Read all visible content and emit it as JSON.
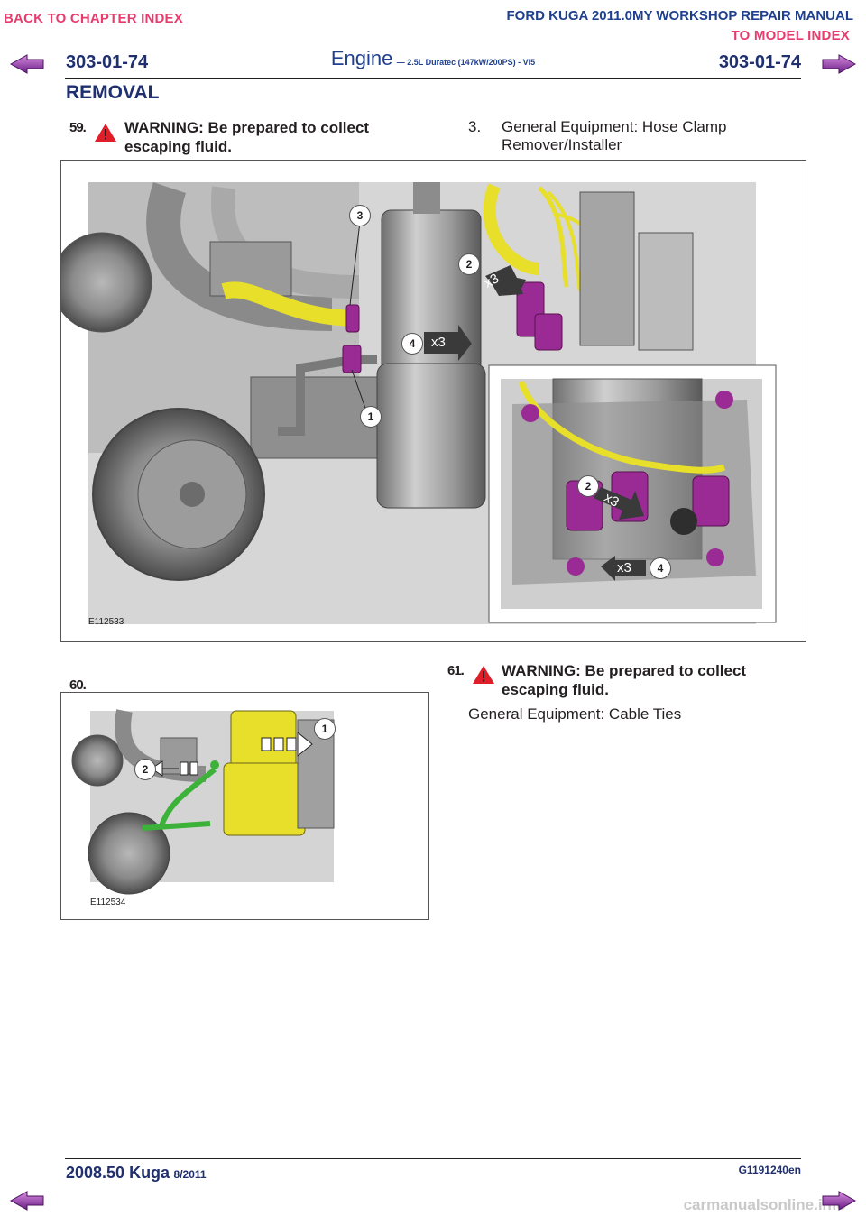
{
  "nav": {
    "back_chapter": "BACK TO CHAPTER INDEX",
    "manual_title": "FORD KUGA 2011.0MY WORKSHOP REPAIR MANUAL",
    "model_index": "TO MODEL INDEX"
  },
  "header": {
    "page_num": "303-01-74",
    "title": "Engine",
    "subtitle": "— 2.5L Duratec (147kW/200PS) - VI5",
    "section": "REMOVAL"
  },
  "steps": {
    "s59": {
      "number": "59.",
      "warning": "WARNING: Be prepared to collect escaping fluid.",
      "equip_num": "3.",
      "equip_text": "General Equipment: Hose Clamp Remover/Installer"
    },
    "s60": {
      "number": "60."
    },
    "s61": {
      "number": "61.",
      "warning": "WARNING: Be prepared to collect escaping fluid.",
      "equip_text": "General Equipment: Cable Ties"
    }
  },
  "figures": {
    "fig1": {
      "id": "E112533",
      "callouts": [
        "3",
        "2",
        "4",
        "1",
        "2",
        "4"
      ],
      "multipliers": [
        "x3",
        "x3",
        "x3",
        "x3"
      ]
    },
    "fig2": {
      "id": "E112534",
      "callouts": [
        "1",
        "2"
      ]
    }
  },
  "footer": {
    "model": "2008.50 Kuga",
    "date": "8/2011",
    "code": "G1191240en",
    "watermark": "carmanualsonline.info"
  },
  "colors": {
    "nav_pink": "#e63c6e",
    "brand_blue": "#1f3f8f",
    "hose_yellow": "#e8df2a",
    "connector_purple": "#9a2b95",
    "warning_red": "#e01e2a"
  }
}
